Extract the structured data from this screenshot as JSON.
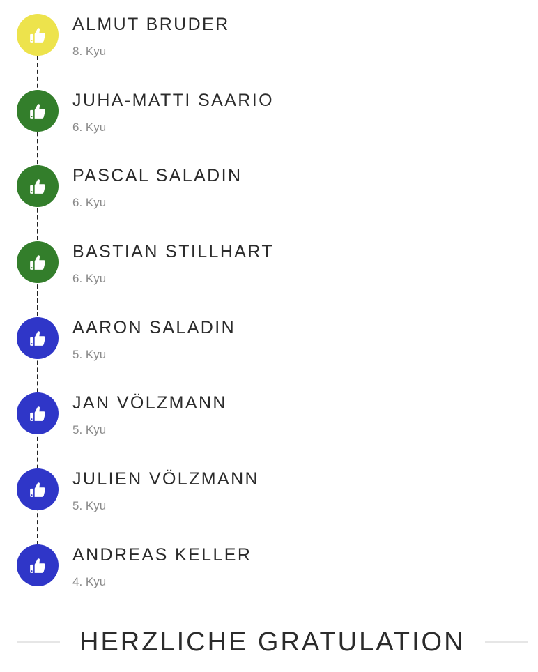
{
  "members": [
    {
      "name": "ALMUT BRUDER",
      "rank": "8. Kyu",
      "color": "#ede34c",
      "icon": "thumbs-up-icon"
    },
    {
      "name": "JUHA-MATTI SAARIO",
      "rank": "6. Kyu",
      "color": "#337e2b",
      "icon": "thumbs-up-icon"
    },
    {
      "name": "PASCAL SALADIN",
      "rank": "6. Kyu",
      "color": "#337e2b",
      "icon": "thumbs-up-icon"
    },
    {
      "name": "BASTIAN STILLHART",
      "rank": "6. Kyu",
      "color": "#337e2b",
      "icon": "thumbs-up-icon"
    },
    {
      "name": "AARON SALADIN",
      "rank": "5. Kyu",
      "color": "#2f36c8",
      "icon": "thumbs-up-icon"
    },
    {
      "name": "JAN VÖLZMANN",
      "rank": "5. Kyu",
      "color": "#2f36c8",
      "icon": "thumbs-up-icon"
    },
    {
      "name": "JULIEN VÖLZMANN",
      "rank": "5. Kyu",
      "color": "#2f36c8",
      "icon": "thumbs-up-icon"
    },
    {
      "name": "ANDREAS KELLER",
      "rank": "4. Kyu",
      "color": "#2f36c8",
      "icon": "thumbs-up-icon"
    }
  ],
  "footer": {
    "heading": "HERZLICHE GRATULATION"
  }
}
